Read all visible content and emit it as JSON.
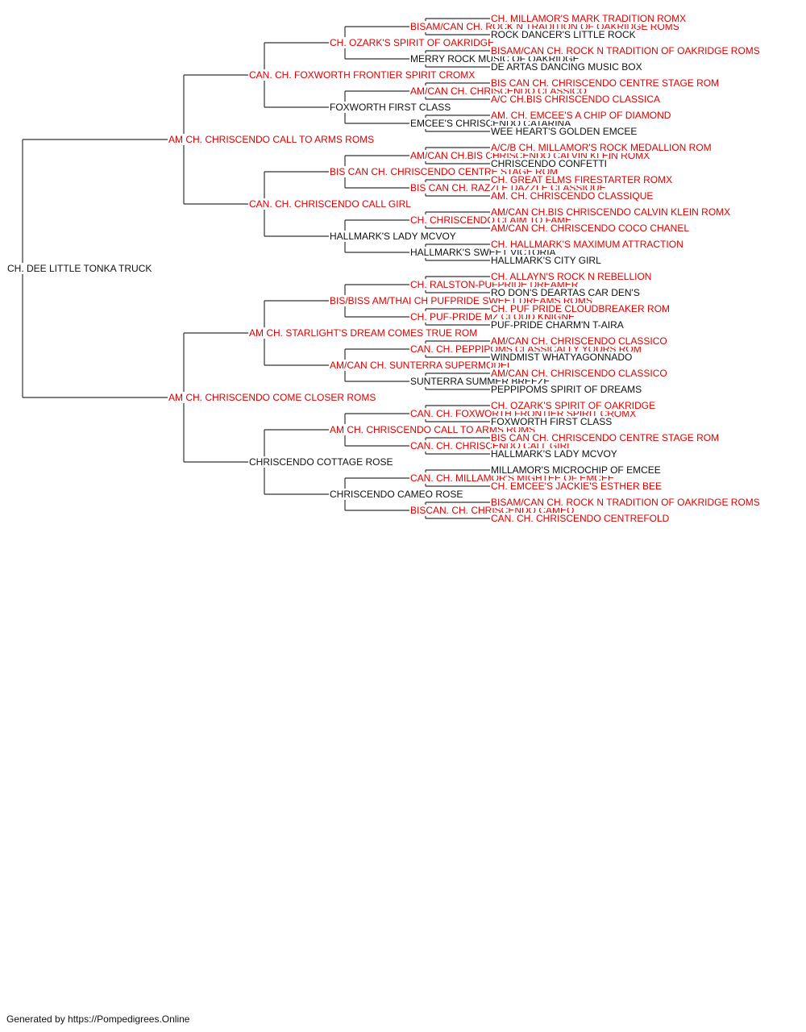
{
  "colors": {
    "titled": "#dd0000",
    "plain": "#111111",
    "line": "#333333"
  },
  "footer": "Generated by https://Pompedigrees.Online",
  "pedigree": {
    "name": "CH. DEE LITTLE TONKA TRUCK",
    "titled": false,
    "sire": {
      "name": "AM CH. CHRISCENDO CALL TO ARMS ROMS",
      "titled": true,
      "sire": {
        "name": "CAN. CH. FOXWORTH FRONTIER SPIRIT CROMX",
        "titled": true,
        "sire": {
          "name": "CH. OZARK'S SPIRIT OF OAKRIDGE",
          "titled": true,
          "sire": {
            "name": "BISAM/CAN CH. ROCK N TRADITION OF OAKRIDGE ROMS",
            "titled": true,
            "sire": {
              "name": "CH. MILLAMOR'S MARK TRADITION ROMX",
              "titled": true
            },
            "dam": {
              "name": "ROCK DANCER'S LITTLE ROCK",
              "titled": false
            }
          },
          "dam": {
            "name": "MERRY ROCK MUSIC OF OAKRIDGE",
            "titled": false,
            "sire": {
              "name": "BISAM/CAN CH. ROCK N TRADITION OF OAKRIDGE ROMS",
              "titled": true
            },
            "dam": {
              "name": "DE ARTAS DANCING MUSIC BOX",
              "titled": false
            }
          }
        },
        "dam": {
          "name": "FOXWORTH FIRST CLASS",
          "titled": false,
          "sire": {
            "name": "AM/CAN CH. CHRISCENDO CLASSICO",
            "titled": true,
            "sire": {
              "name": "BIS CAN CH. CHRISCENDO CENTRE STAGE ROM",
              "titled": true
            },
            "dam": {
              "name": "A/C CH.BIS CHRISCENDO CLASSICA",
              "titled": true
            }
          },
          "dam": {
            "name": "EMCEE'S CHRISCENDO CATARINA",
            "titled": false,
            "sire": {
              "name": "AM. CH. EMCEE'S A CHIP OF DIAMOND",
              "titled": true
            },
            "dam": {
              "name": "WEE HEART'S GOLDEN EMCEE",
              "titled": false
            }
          }
        }
      },
      "dam": {
        "name": "CAN. CH. CHRISCENDO CALL GIRL",
        "titled": true,
        "sire": {
          "name": "BIS CAN CH. CHRISCENDO CENTRE STAGE ROM",
          "titled": true,
          "sire": {
            "name": "AM/CAN CH.BIS CHRISCENDO CALVIN KLEIN ROMX",
            "titled": true,
            "sire": {
              "name": "A/C/B CH. MILLAMOR'S ROCK MEDALLION ROM",
              "titled": true
            },
            "dam": {
              "name": "CHRISCENDO CONFETTI",
              "titled": false
            }
          },
          "dam": {
            "name": "BIS CAN CH. RAZZLE DAZZLE CLASSIQUE",
            "titled": true,
            "sire": {
              "name": "CH. GREAT ELMS FIRESTARTER ROMX",
              "titled": true
            },
            "dam": {
              "name": "AM. CH. CHRISCENDO CLASSIQUE",
              "titled": true
            }
          }
        },
        "dam": {
          "name": "HALLMARK'S LADY MCVOY",
          "titled": false,
          "sire": {
            "name": "CH. CHRISCENDO CLAIM TO FAME",
            "titled": true,
            "sire": {
              "name": "AM/CAN CH.BIS CHRISCENDO CALVIN KLEIN ROMX",
              "titled": true
            },
            "dam": {
              "name": "AM/CAN CH. CHRISCENDO COCO CHANEL",
              "titled": true
            }
          },
          "dam": {
            "name": "HALLMARK'S SWEET VICTORIA",
            "titled": false,
            "sire": {
              "name": "CH. HALLMARK'S MAXIMUM ATTRACTION",
              "titled": true
            },
            "dam": {
              "name": "HALLMARK'S CITY GIRL",
              "titled": false
            }
          }
        }
      }
    },
    "dam": {
      "name": "AM CH. CHRISCENDO COME CLOSER ROMS",
      "titled": true,
      "sire": {
        "name": "AM CH. STARLIGHT'S DREAM COMES TRUE ROM",
        "titled": true,
        "sire": {
          "name": "BIS/BISS AM/THAI CH PUFPRIDE SWEET DREAMS ROMS",
          "titled": true,
          "sire": {
            "name": "CH. RALSTON-PUFPRIDE DREAMER",
            "titled": true,
            "sire": {
              "name": "CH. ALLAYN'S ROCK N REBELLION",
              "titled": true
            },
            "dam": {
              "name": "RO DON'S DEARTAS CAR DEN'S",
              "titled": false
            }
          },
          "dam": {
            "name": "CH. PUF-PRIDE MZ CLOUD KNIGNE",
            "titled": true,
            "sire": {
              "name": "CH. PUF PRIDE CLOUDBREAKER ROM",
              "titled": true
            },
            "dam": {
              "name": "PUF-PRIDE CHARM'N T-AIRA",
              "titled": false
            }
          }
        },
        "dam": {
          "name": "AM/CAN CH. SUNTERRA SUPERMODEL",
          "titled": true,
          "sire": {
            "name": "CAN. CH. PEPPIPOMS CLASSICALLY YOURS ROM",
            "titled": true,
            "sire": {
              "name": "AM/CAN CH. CHRISCENDO CLASSICO",
              "titled": true
            },
            "dam": {
              "name": "WINDMIST WHATYAGONNADO",
              "titled": false
            }
          },
          "dam": {
            "name": "SUNTERRA SUMMER BREEZE",
            "titled": false,
            "sire": {
              "name": "AM/CAN CH. CHRISCENDO CLASSICO",
              "titled": true
            },
            "dam": {
              "name": "PEPPIPOMS SPIRIT OF DREAMS",
              "titled": false
            }
          }
        }
      },
      "dam": {
        "name": "CHRISCENDO COTTAGE ROSE",
        "titled": false,
        "sire": {
          "name": "AM CH. CHRISCENDO CALL TO ARMS ROMS",
          "titled": true,
          "sire": {
            "name": "CAN. CH. FOXWORTH FRONTIER SPIRIT CROMX",
            "titled": true,
            "sire": {
              "name": "CH. OZARK'S SPIRIT OF OAKRIDGE",
              "titled": true
            },
            "dam": {
              "name": "FOXWORTH FIRST CLASS",
              "titled": false
            }
          },
          "dam": {
            "name": "CAN. CH. CHRISCENDO CALL GIRL",
            "titled": true,
            "sire": {
              "name": "BIS CAN CH. CHRISCENDO CENTRE STAGE ROM",
              "titled": true
            },
            "dam": {
              "name": "HALLMARK'S LADY MCVOY",
              "titled": false
            }
          }
        },
        "dam": {
          "name": "CHRISCENDO CAMEO ROSE",
          "titled": false,
          "sire": {
            "name": "CAN. CH. MILLAMOR'S MIGHTEE OF EMCEE",
            "titled": true,
            "sire": {
              "name": "MILLAMOR'S MICROCHIP OF EMCEE",
              "titled": false
            },
            "dam": {
              "name": "CH. EMCEE'S JACKIE'S ESTHER BEE",
              "titled": true
            }
          },
          "dam": {
            "name": "BISCAN. CH. CHRISCENDO CAMEO",
            "titled": true,
            "sire": {
              "name": "BISAM/CAN CH. ROCK N TRADITION OF OAKRIDGE ROMS",
              "titled": true
            },
            "dam": {
              "name": "CAN. CH. CHRISCENDO CENTREFOLD",
              "titled": true
            }
          }
        }
      }
    }
  }
}
